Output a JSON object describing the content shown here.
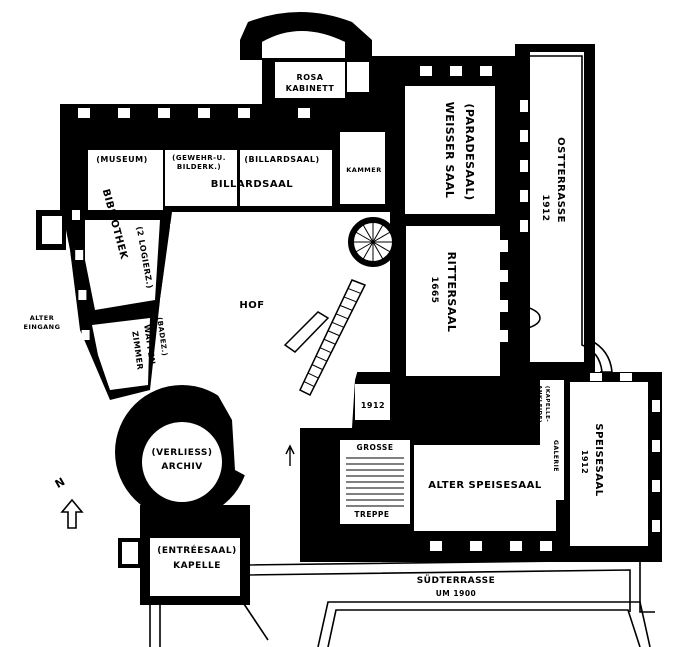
{
  "rooms": {
    "rosa": [
      "ROSA",
      "KABINETT"
    ],
    "paradesaal": "(PARADESAAL)",
    "weisser": "WEISSER SAAL",
    "ostterrasse": "OSTTERRASSE",
    "ostterrasse_year": "1912",
    "museum": "(MUSEUM)",
    "gewehr": [
      "(GEWEHR-U.",
      "BILDERK.)"
    ],
    "billardsaal_paren": "(BILLARDSAAL)",
    "billardsaal": "BILLARDSAAL",
    "kammer": "KAMMER",
    "bibliothek": "BIBLIOTHEK",
    "logierz": "(2 LOGIERZ.)",
    "hof": "HOF",
    "rittersaal": "RITTERSAAL",
    "rittersaal_year": "1665",
    "alter_eingang": [
      "ALTER",
      "EINGANG"
    ],
    "badez": "(BADEZ.)",
    "waffenzimmer": [
      "WAFFEN",
      "ZIMMER"
    ],
    "stair_year": "1912",
    "kapelle_ankl": [
      "(KAPELLE-",
      "ANKLEIDE)"
    ],
    "galerie": "GALERIE",
    "speisesaal": "SPEISESAAL",
    "speisesaal_year": "1912",
    "verliess": "(VERLIESS)",
    "archiv": "ARCHIV",
    "grosse": "GROSSE",
    "treppe": "TREPPE",
    "alter_speisesaal": "ALTER SPEISESAAL",
    "north": "N",
    "entreesaal": "(ENTRÉESAAL)",
    "kapelle": "KAPELLE",
    "suedterrasse": "SÜDTERRASSE",
    "suedterrasse_year": "UM 1900"
  },
  "colors": {
    "ink": "#000000",
    "paper": "#ffffff"
  }
}
